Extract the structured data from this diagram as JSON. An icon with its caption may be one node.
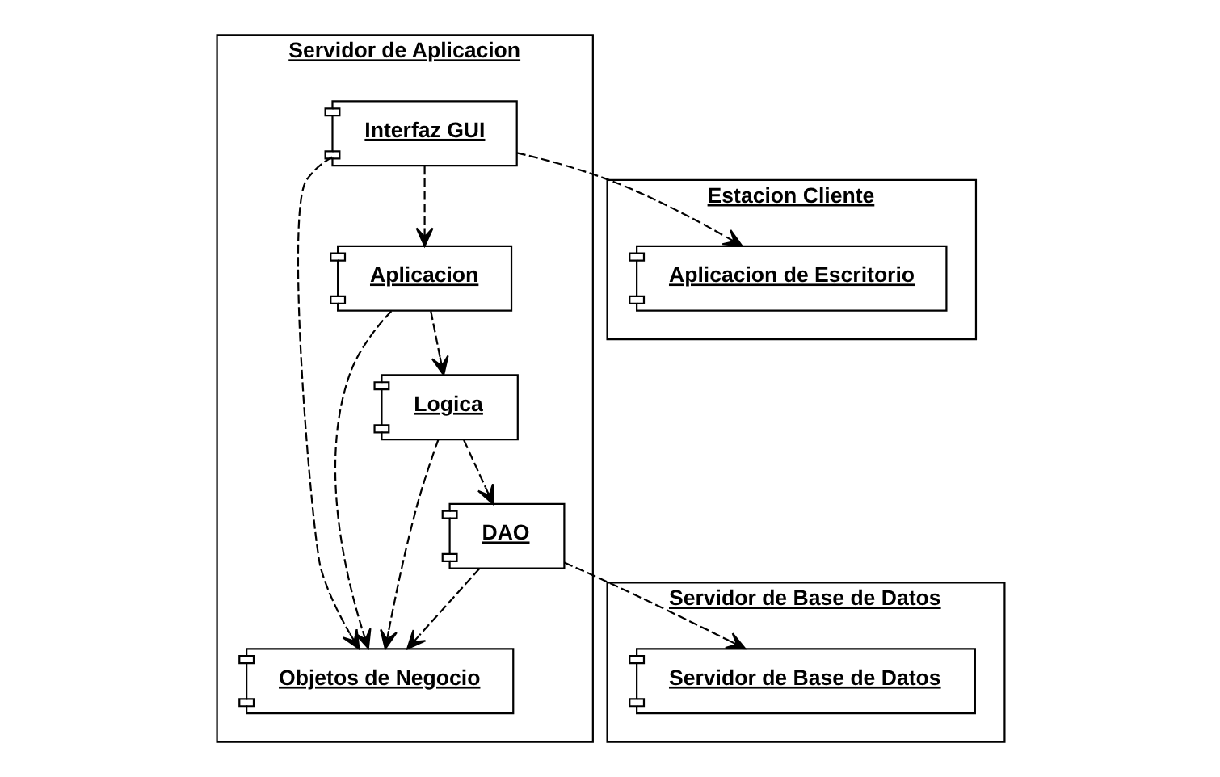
{
  "diagram": {
    "nodes": [
      {
        "text": [
          "Servidor de Aplicacion"
        ]
      },
      {
        "text": [
          "Interfaz GUI"
        ],
        "in": 0
      },
      {
        "text": [
          "Aplicacion"
        ],
        "in": 0
      },
      {
        "text": [
          "Objetos de Negocio"
        ],
        "in": 0
      },
      {
        "text": [
          "Logica"
        ],
        "in": 0
      },
      {
        "text": [
          "DAO"
        ],
        "in": 0
      },
      {
        "text": [
          "Estacion Cliente"
        ]
      },
      {
        "text": [
          "Aplicacion de Escritorio"
        ],
        "in": 6
      },
      {
        "text": [
          "Servidor de Base de Datos"
        ]
      },
      {
        "text": [
          "Servidor de Base de Datos"
        ],
        "in": 8
      }
    ],
    "edges": [
      {
        "from": 1,
        "to": 7,
        "arrow": "to",
        "style": "dashed"
      },
      {
        "from": 1,
        "to": 2,
        "arrow": "to",
        "style": "dashed"
      },
      {
        "from": 1,
        "to": 3,
        "arrow": "to",
        "style": "dashed"
      },
      {
        "from": 2,
        "to": 3,
        "arrow": "to",
        "style": "dashed"
      },
      {
        "from": 2,
        "to": 4,
        "arrow": "to",
        "style": "dashed"
      },
      {
        "from": 4,
        "to": 3,
        "arrow": "to",
        "style": "dashed"
      },
      {
        "from": 5,
        "to": 3,
        "arrow": "to",
        "style": "dashed"
      },
      {
        "from": 4,
        "to": 5,
        "arrow": "to",
        "style": "dashed"
      },
      {
        "from": 5,
        "to": 9,
        "arrow": "to",
        "style": "dashed"
      }
    ]
  }
}
